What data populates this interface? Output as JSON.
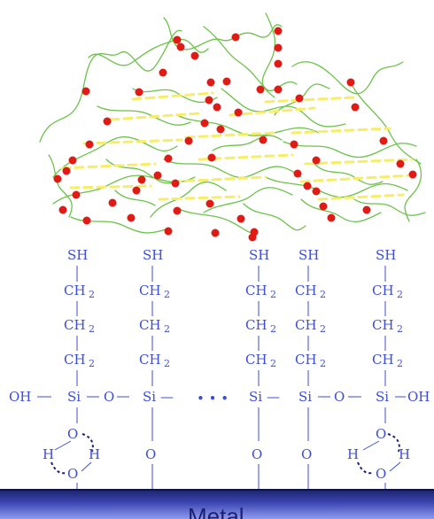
{
  "chains": [
    {
      "head": "SH",
      "rings": [
        "CH",
        "CH",
        "CH"
      ],
      "sub": "2"
    },
    {
      "head": "SH",
      "rings": [
        "CH",
        "CH",
        "CH"
      ],
      "sub": "2"
    },
    {
      "head": "SH",
      "rings": [
        "CH",
        "CH",
        "CH"
      ],
      "sub": "2"
    },
    {
      "head": "SH",
      "rings": [
        "CH",
        "CH",
        "CH"
      ],
      "sub": "2"
    },
    {
      "head": "SH",
      "rings": [
        "CH",
        "CH",
        "CH"
      ],
      "sub": "2"
    }
  ],
  "silicon_row": {
    "left_end": "OH",
    "si": "Si",
    "o": "O",
    "dash": "—",
    "ellipsis": "• • •",
    "right_end": "OH"
  },
  "bottom_row": {
    "o": "O",
    "h": "H"
  },
  "substrate": {
    "label": "Metal",
    "color": "#1b2170"
  },
  "colors": {
    "text": "#3d4ed3",
    "bead": "#e01a14",
    "polymer": "#6cc24a",
    "hbond": "#f6ee6a"
  }
}
